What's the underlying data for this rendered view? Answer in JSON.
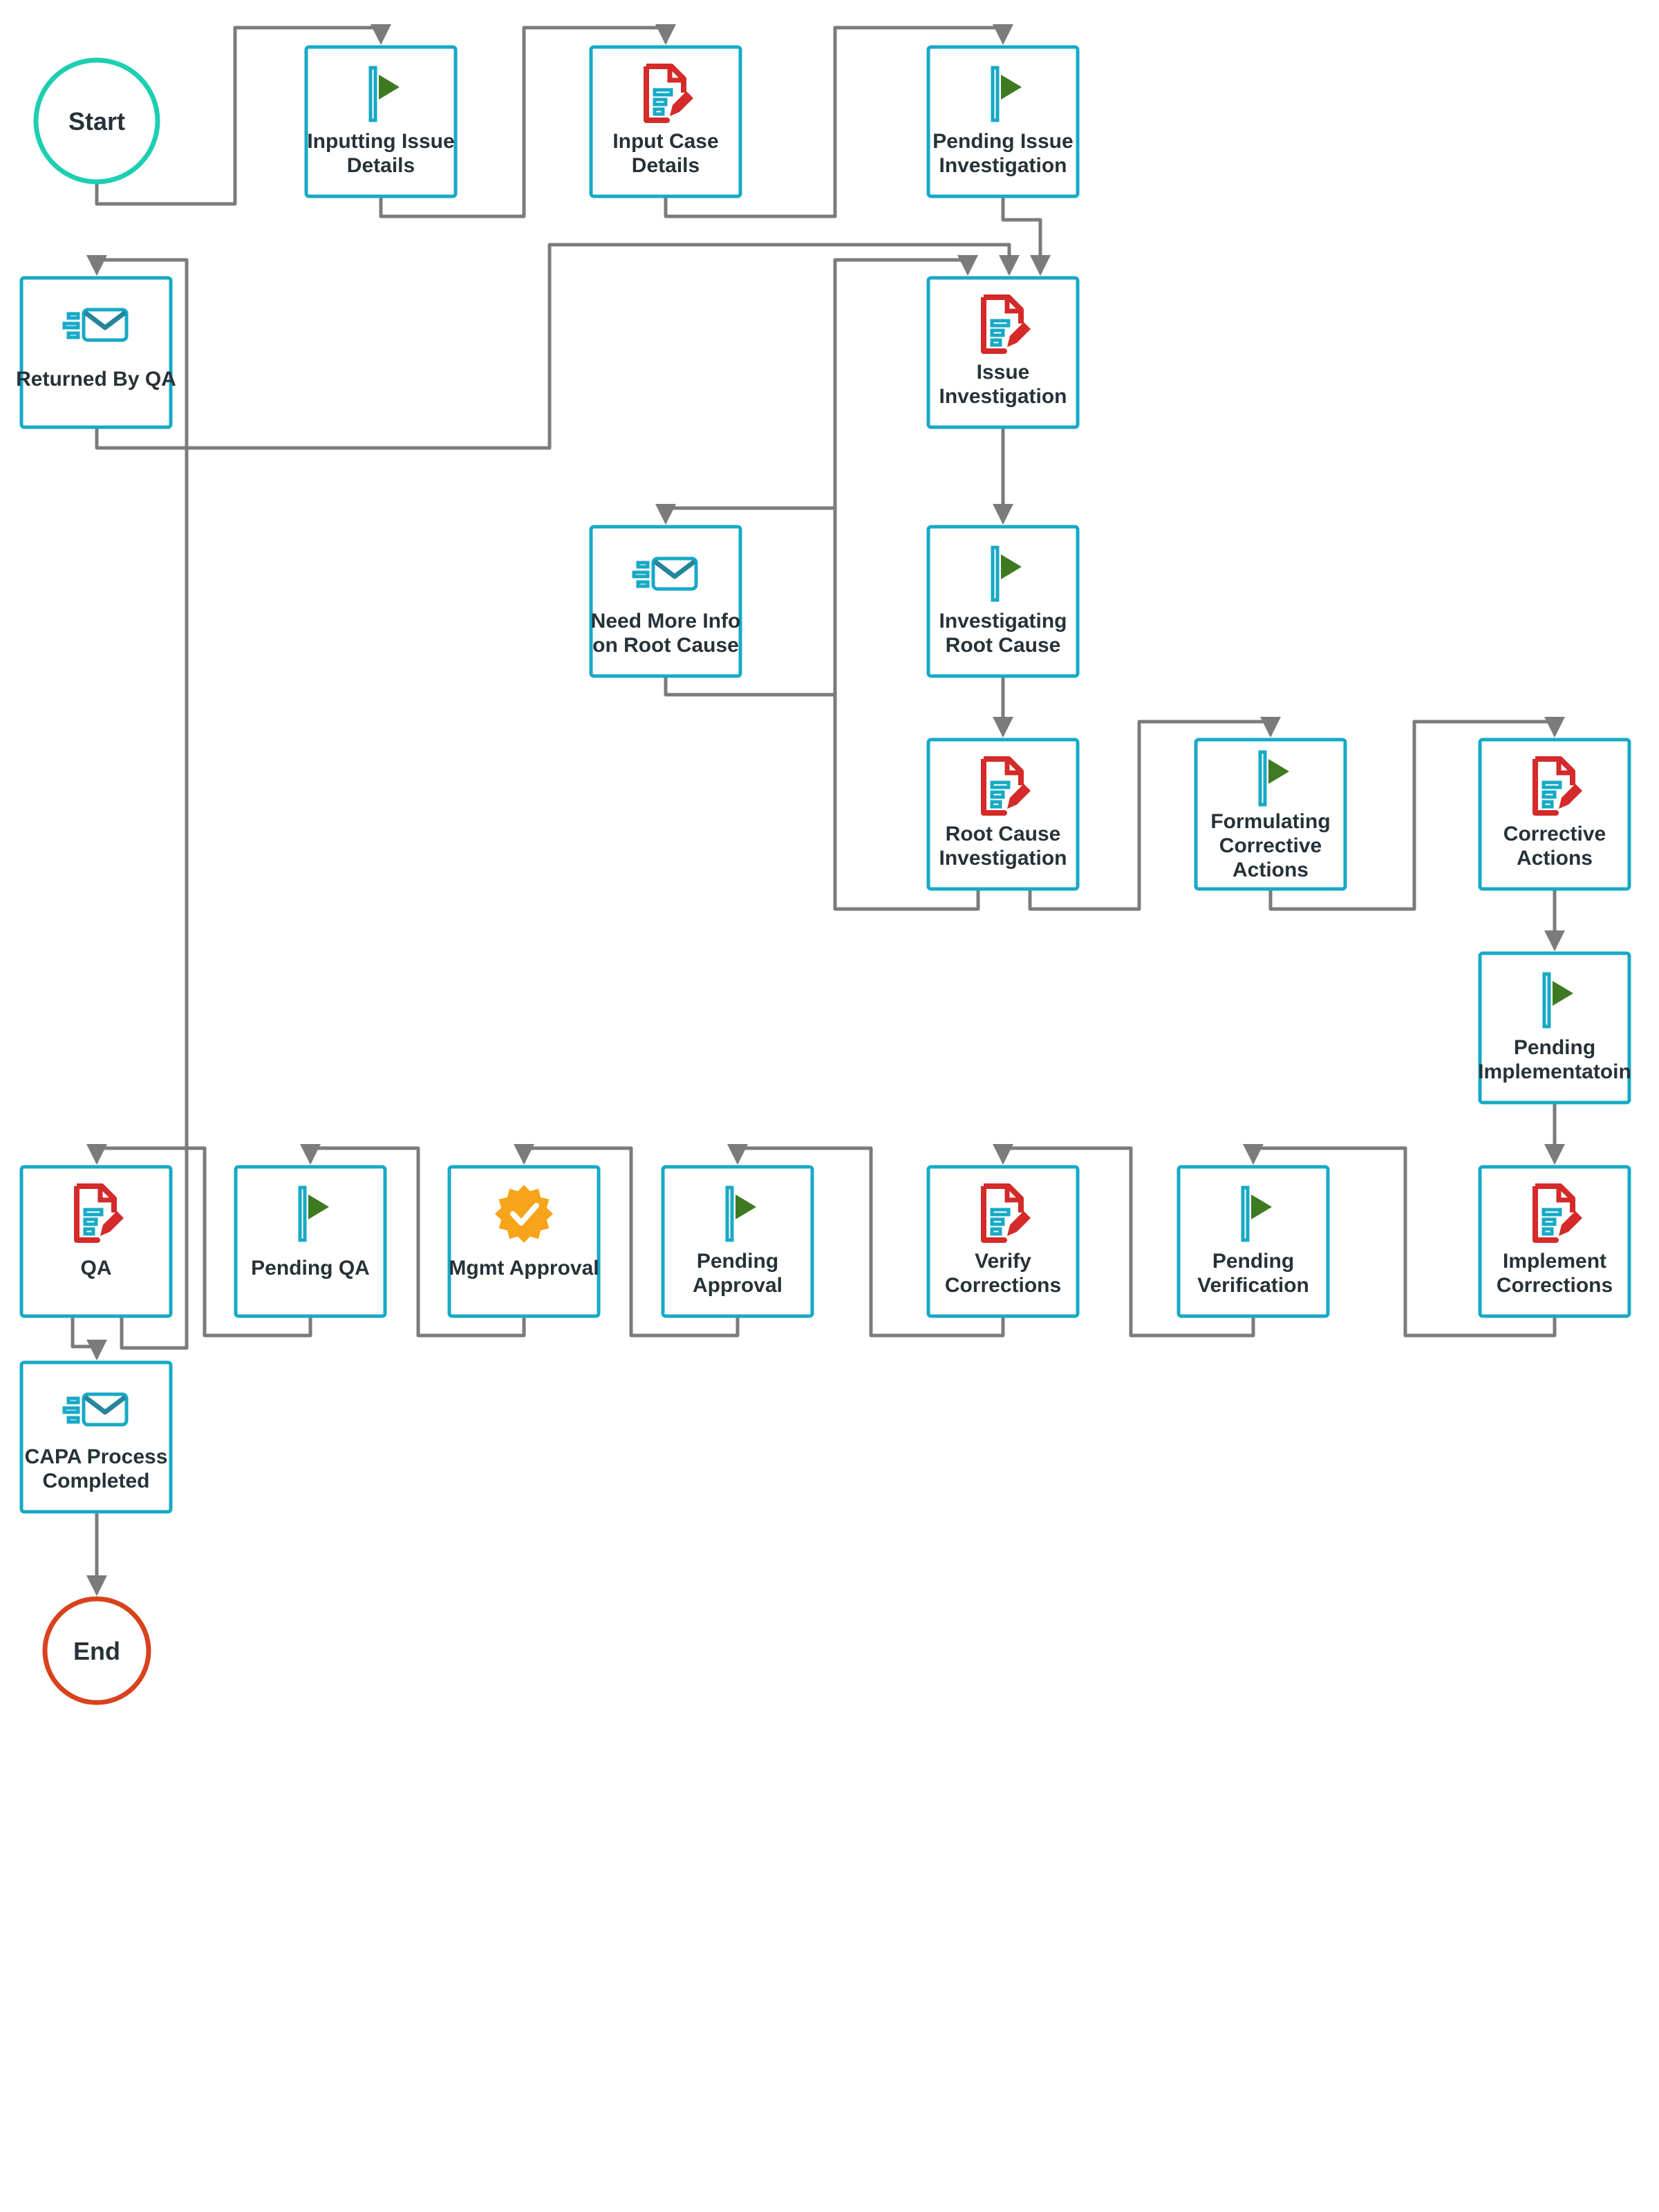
{
  "colors": {
    "box_border": "#17a9c6",
    "connector": "#7b7b7b",
    "start_ring": "#1dcfb0",
    "end_ring": "#d8421c",
    "flag_green": "#3d7a22",
    "document_red": "#d42a2a",
    "mail_teal": "#25859a",
    "approval_orange": "#f7a41a",
    "text": "#263238"
  },
  "start": {
    "label": "Start"
  },
  "end": {
    "label": "End"
  },
  "nodes": [
    {
      "id": "inputting_issue_details",
      "icon": "flag-icon",
      "lines": [
        "Inputting Issue",
        "Details"
      ]
    },
    {
      "id": "input_case_details",
      "icon": "document-edit-icon",
      "lines": [
        "Input Case",
        "Details"
      ]
    },
    {
      "id": "pending_issue_investigation",
      "icon": "flag-icon",
      "lines": [
        "Pending Issue",
        "Investigation"
      ]
    },
    {
      "id": "returned_by_qa",
      "icon": "mail-icon",
      "lines": [
        "Returned By QA"
      ]
    },
    {
      "id": "issue_investigation",
      "icon": "document-edit-icon",
      "lines": [
        "Issue",
        "Investigation"
      ]
    },
    {
      "id": "need_more_info",
      "icon": "mail-icon",
      "lines": [
        "Need More Info",
        "on Root Cause"
      ]
    },
    {
      "id": "investigating_root_cause",
      "icon": "flag-icon",
      "lines": [
        "Investigating",
        "Root Cause"
      ]
    },
    {
      "id": "root_cause_investigation",
      "icon": "document-edit-icon",
      "lines": [
        "Root Cause",
        "Investigation"
      ]
    },
    {
      "id": "formulating_corrective_actions",
      "icon": "flag-icon",
      "lines": [
        "Formulating",
        "Corrective",
        "Actions"
      ]
    },
    {
      "id": "corrective_actions",
      "icon": "document-edit-icon",
      "lines": [
        "Corrective",
        "Actions"
      ]
    },
    {
      "id": "pending_implementation",
      "icon": "flag-icon",
      "lines": [
        "Pending",
        "Implementatoin"
      ]
    },
    {
      "id": "qa",
      "icon": "document-edit-icon",
      "lines": [
        "QA"
      ]
    },
    {
      "id": "pending_qa",
      "icon": "flag-icon",
      "lines": [
        "Pending QA"
      ]
    },
    {
      "id": "mgmt_approval",
      "icon": "approval-badge-icon",
      "lines": [
        "Mgmt Approval"
      ]
    },
    {
      "id": "pending_approval",
      "icon": "flag-icon",
      "lines": [
        "Pending",
        "Approval"
      ]
    },
    {
      "id": "verify_corrections",
      "icon": "document-edit-icon",
      "lines": [
        "Verify",
        "Corrections"
      ]
    },
    {
      "id": "pending_verification",
      "icon": "flag-icon",
      "lines": [
        "Pending",
        "Verification"
      ]
    },
    {
      "id": "implement_corrections",
      "icon": "document-edit-icon",
      "lines": [
        "Implement",
        "Corrections"
      ]
    },
    {
      "id": "capa_process_completed",
      "icon": "mail-icon",
      "lines": [
        "CAPA Process",
        "Completed"
      ]
    }
  ]
}
